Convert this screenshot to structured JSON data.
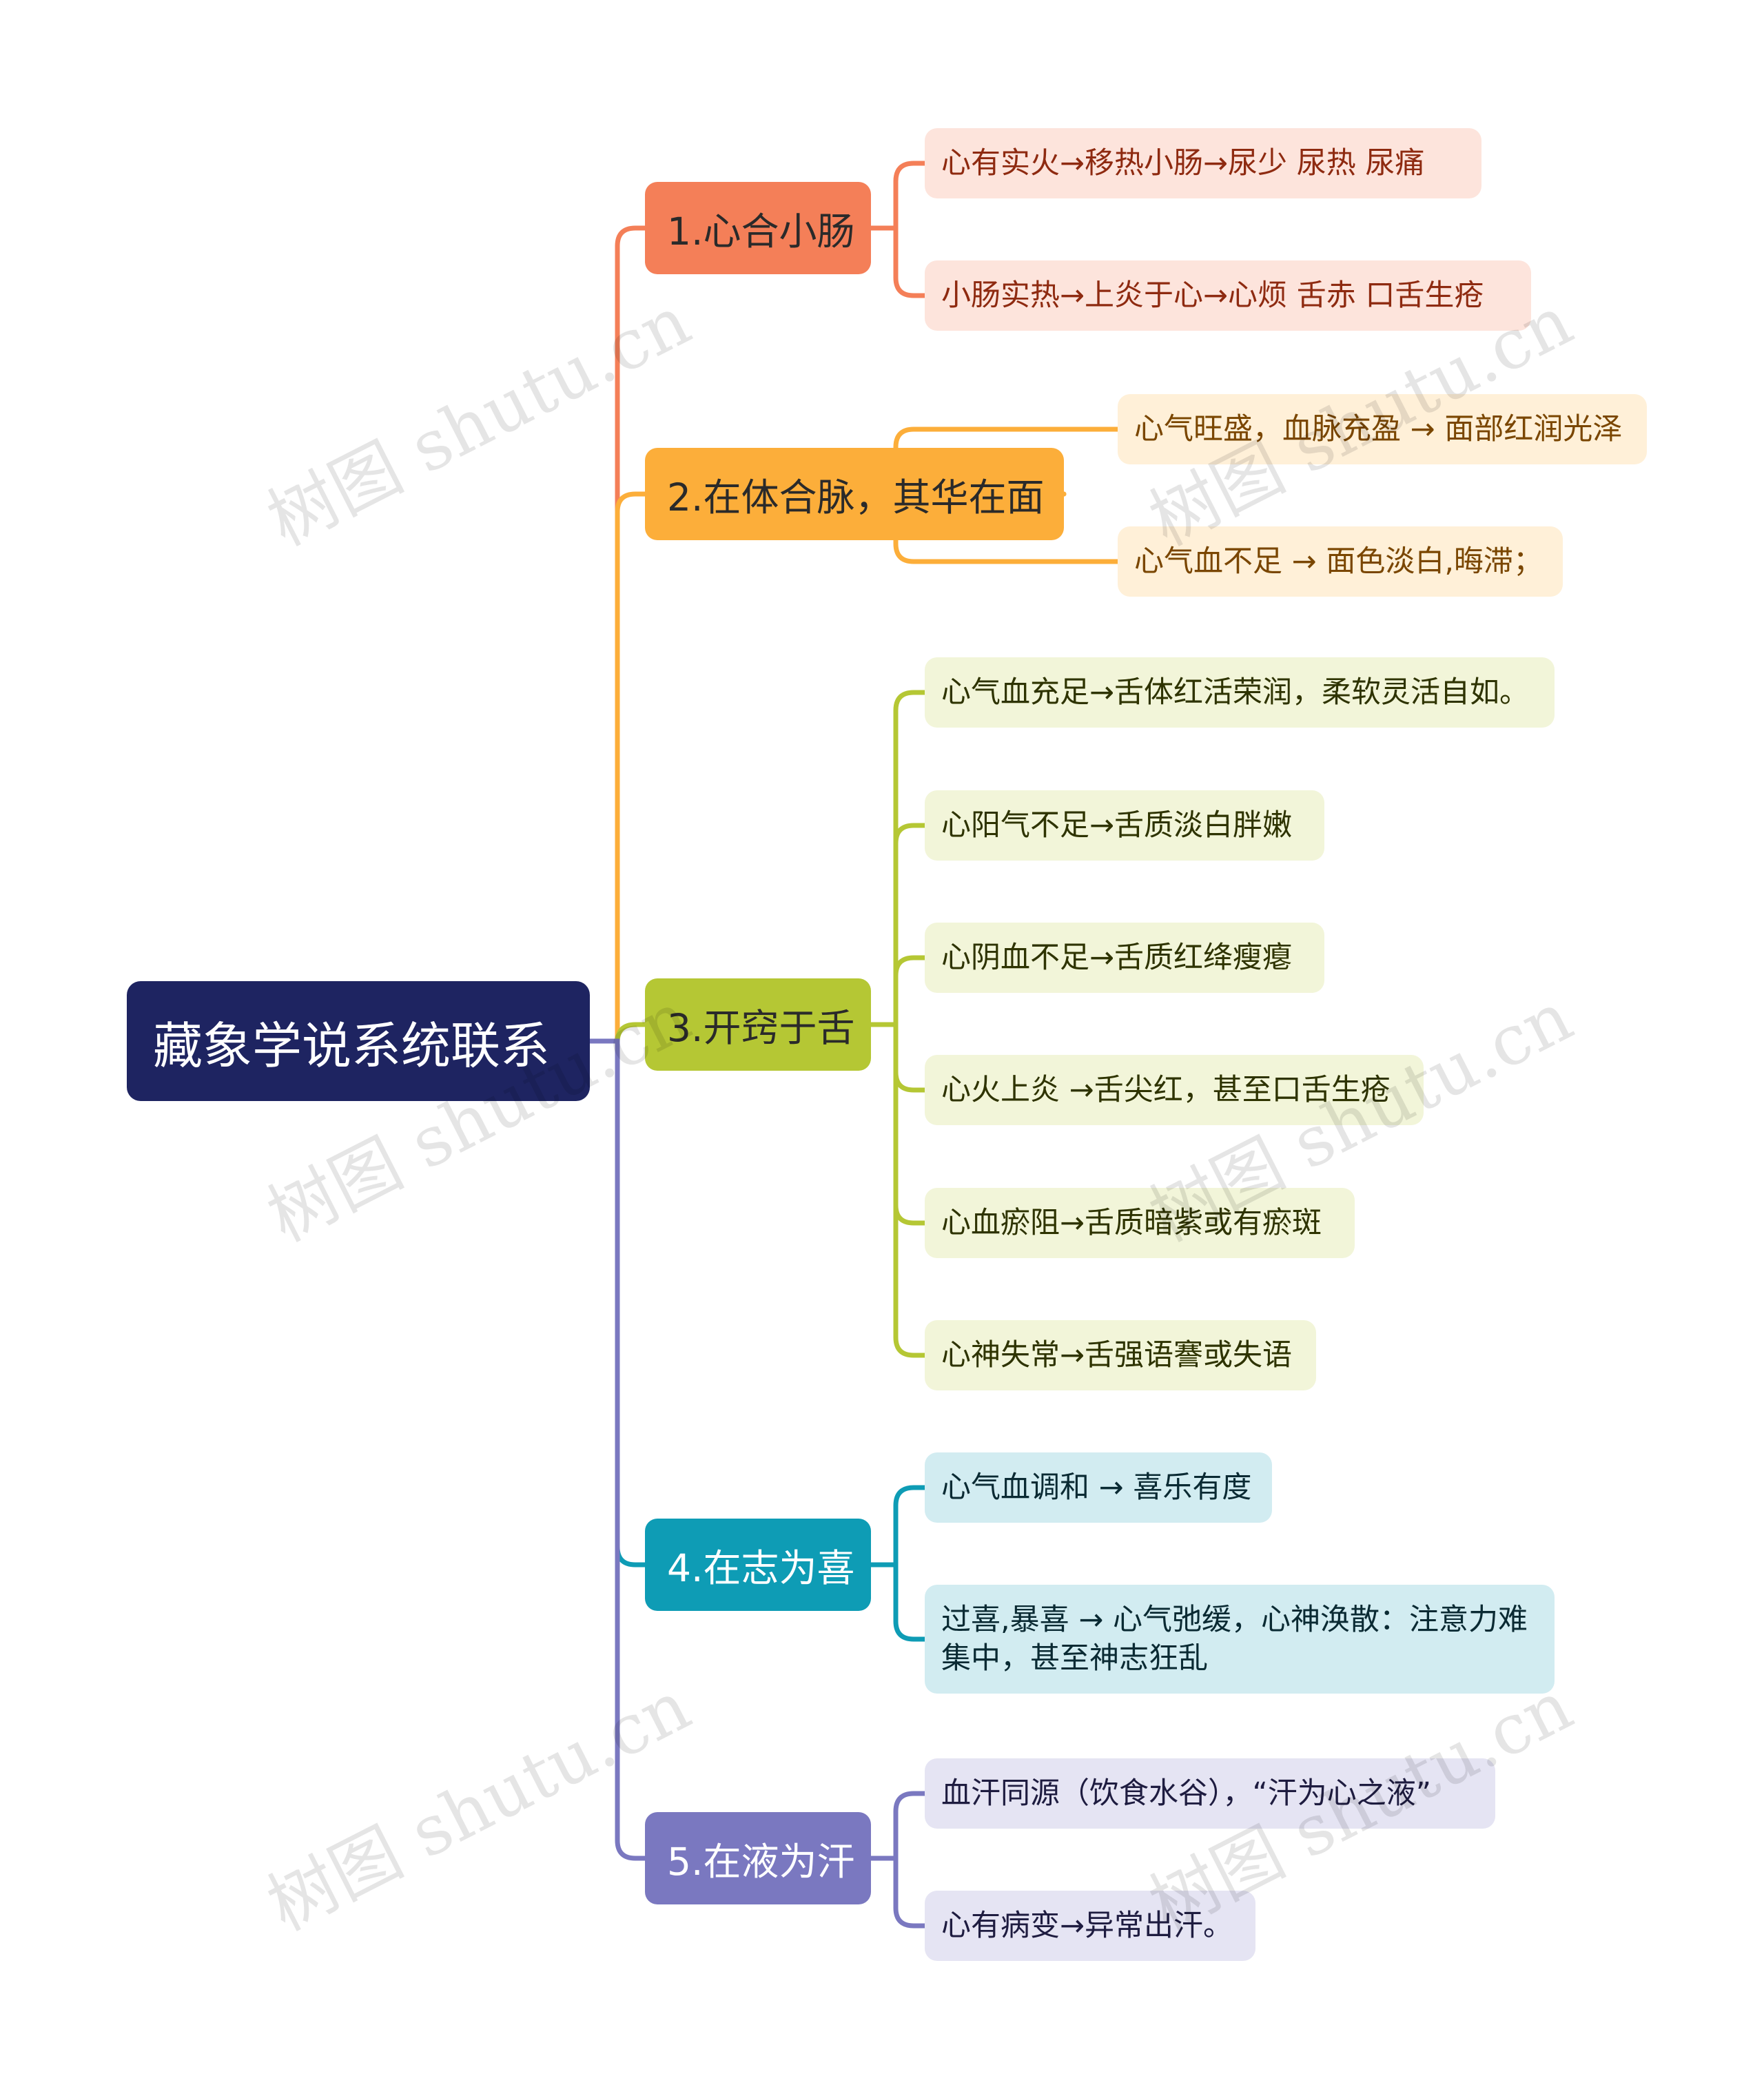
{
  "root": {
    "label": "藏象学说系统联系"
  },
  "branches": [
    {
      "label": "1.心合小肠",
      "color": "#f47f58",
      "leaf_bg": "#fde4dc",
      "leaf_text_color": "#8e2a10",
      "children": [
        {
          "label": "心有实火→移热小肠→尿少  尿热  尿痛"
        },
        {
          "label": "小肠实热→上炎于心→心烦  舌赤  口舌生疮"
        }
      ]
    },
    {
      "label": "2.在体合脉，其华在面",
      "color": "#fcae3a",
      "leaf_bg": "#fff0d8",
      "leaf_text_color": "#7a4600",
      "children": [
        {
          "label": "心气旺盛，血脉充盈 → 面部红润光泽"
        },
        {
          "label": "心气血不足 → 面色淡白,晦滞；"
        }
      ]
    },
    {
      "label": "3.开窍于舌",
      "color": "#b5c734",
      "leaf_bg": "#f2f5d9",
      "leaf_text_color": "#2e3300",
      "children": [
        {
          "label": "心气血充足→舌体红活荣润，柔软灵活自如。"
        },
        {
          "label": "心阳气不足→舌质淡白胖嫩"
        },
        {
          "label": "心阴血不足→舌质红绛瘦瘪"
        },
        {
          "label": "心火上炎 →舌尖红，甚至口舌生疮"
        },
        {
          "label": "心血瘀阻→舌质暗紫或有瘀斑"
        },
        {
          "label": "心神失常→舌强语謇或失语"
        }
      ]
    },
    {
      "label": "4.在志为喜",
      "color": "#0e9cb5",
      "leaf_bg": "#d2ecf1",
      "leaf_text_color": "#0a2a33",
      "children": [
        {
          "label": "心气血调和 → 喜乐有度"
        },
        {
          "label": "过喜,暴喜 → 心气弛缓，心神涣散：注意力难集中，甚至神志狂乱"
        }
      ]
    },
    {
      "label": "5.在液为汗",
      "color": "#7a78c0",
      "leaf_bg": "#e5e4f3",
      "leaf_text_color": "#1e1c40",
      "children": [
        {
          "label": "血汗同源（饮食水谷），“汗为心之液”"
        },
        {
          "label": "心有病变→异常出汗。"
        }
      ]
    }
  ],
  "watermark": {
    "text": "树图 shutu.cn"
  }
}
